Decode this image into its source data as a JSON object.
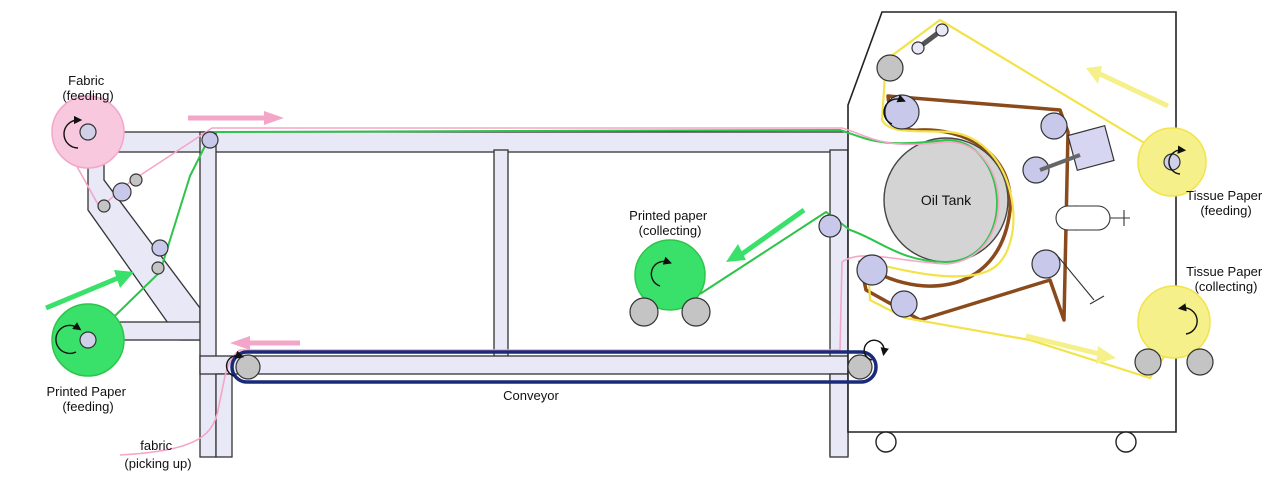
{
  "labels": {
    "fabric_feeding": [
      "Fabric",
      "(feeding)"
    ],
    "printed_paper_feeding": [
      "Printed Paper",
      "(feeding)"
    ],
    "printed_paper_collecting": [
      "Printed paper",
      "(collecting)"
    ],
    "fabric_picking_up": [
      "fabric",
      "(picking up)"
    ],
    "conveyor": "Conveyor",
    "oil_tank": "Oil Tank",
    "tissue_paper_feeding": [
      "Tissue Paper",
      "(feeding)"
    ],
    "tissue_paper_collecting": [
      "Tissue Paper",
      "(collecting)"
    ]
  },
  "colors": {
    "frame_fill": "#e8e8f6",
    "frame_stroke": "#333333",
    "fabric": "#f4a6c8",
    "fabric_roll": "#f7c8de",
    "printed_paper": "#2ec44a",
    "printed_paper_roll": "#39e16a",
    "tissue": "#f2e34a",
    "tissue_roll": "#f6f08a",
    "conveyor": "#1a2a7a",
    "brown_belt": "#8a4a1c",
    "roller": "#c8c8ea",
    "oil_tank": "#d4d4d4",
    "support": "#c4c4c4"
  },
  "icons": [
    "rotation-arrow-icon",
    "direction-arrow-icon",
    "wheel-icon"
  ]
}
